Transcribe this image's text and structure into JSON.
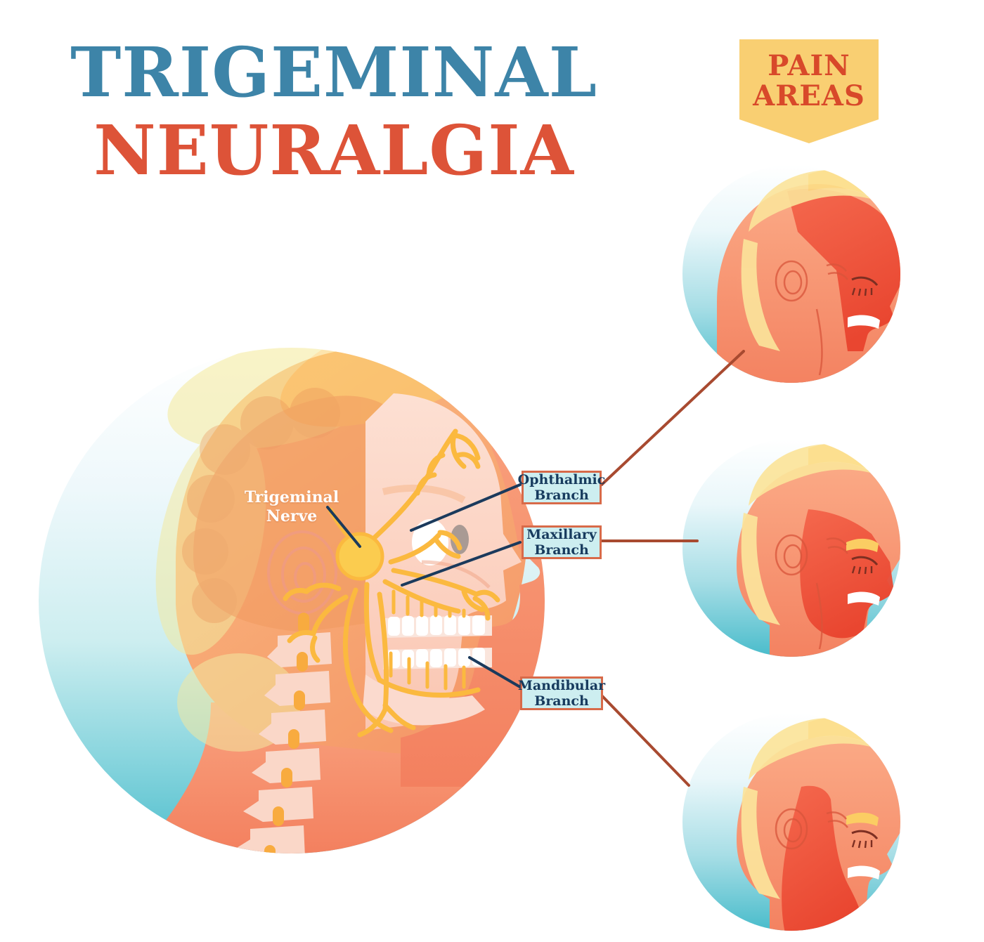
{
  "title": {
    "line1": "TRIGEMINAL",
    "line2": "NEURALGIA",
    "color_line1": "#3d84a8",
    "color_line2": "#dd5338"
  },
  "banner": {
    "line1": "PAIN",
    "line2": "AREAS",
    "bg": "#f9cf72",
    "text_color": "#d8492a"
  },
  "main_diagram": {
    "nerve_label": "Trigeminal\nNerve",
    "nerve_label_line1": "Trigeminal",
    "nerve_label_line2": "Nerve",
    "background_circle_top": "#fdfefe",
    "background_circle_bottom": "#4fbecd",
    "skin_color": "#f58b6b",
    "skull_color": "#f7ab6d",
    "hair_color": "#fbd87e",
    "nerve_color": "#fcd156",
    "vertebra_color": "#fad7c8"
  },
  "labels": [
    {
      "id": "ophthalmic",
      "line1": "Ophthalmic",
      "line2": "Branch"
    },
    {
      "id": "maxillary",
      "line1": "Maxillary",
      "line2": "Branch"
    },
    {
      "id": "mandibular",
      "line1": "Mandibular",
      "line2": "Branch"
    }
  ],
  "pain_heads": [
    {
      "id": "ophthalmic-pain-head",
      "region": "forehead and upper face (ophthalmic)"
    },
    {
      "id": "maxillary-pain-head",
      "region": "cheek and mid face (maxillary)"
    },
    {
      "id": "mandibular-pain-head",
      "region": "jaw and lower face (mandibular)"
    }
  ],
  "colors": {
    "leader_line": "#a84a30",
    "pointer_line": "#1b3a5c",
    "label_border": "#d86a49",
    "label_fill": "#cdeef0",
    "label_text": "#173b5e",
    "pain_red": "#ee5a3c",
    "teal": "#4fbecd"
  }
}
